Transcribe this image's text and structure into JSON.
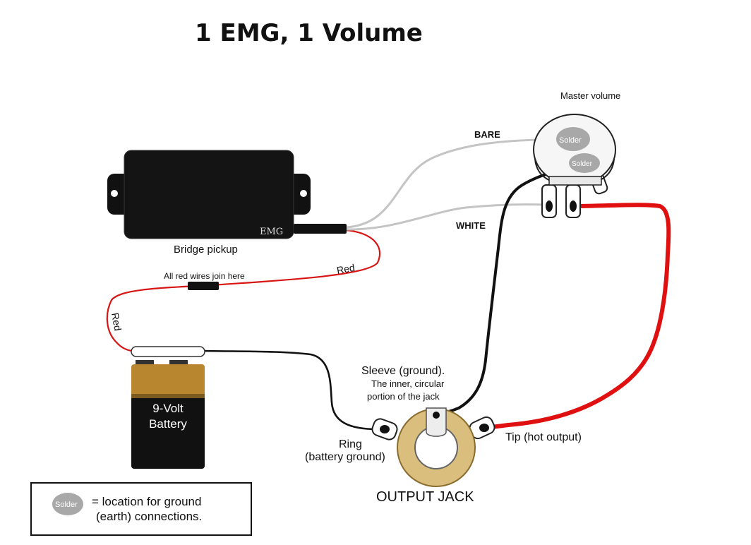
{
  "title": "1 EMG, 1 Volume",
  "pickup": {
    "label": "Bridge pickup",
    "brand": "EMG"
  },
  "pot": {
    "label": "Master volume",
    "solder_1": "Solder",
    "solder_2": "Solder"
  },
  "wires": {
    "bare": "BARE",
    "white": "WHITE",
    "red_1": "Red",
    "red_2": "Red",
    "join_note": "All red wires join here"
  },
  "battery": {
    "line1": "9-Volt",
    "line2": "Battery"
  },
  "jack": {
    "title": "OUTPUT JACK",
    "sleeve_label": "Sleeve (ground).",
    "sleeve_desc_1": "The inner, circular",
    "sleeve_desc_2": "portion of the jack",
    "ring_label": "Ring",
    "ring_desc": "(battery ground)",
    "tip_label": "Tip (hot output)"
  },
  "legend": {
    "solder": "Solder",
    "line1": "= location for ground",
    "line2": "(earth) connections."
  },
  "colors": {
    "red_wire": "#e01010",
    "black_wire": "#111111",
    "white_wire": "#c8c8c8",
    "jack_brass": "#d9be7e",
    "battery_gold": "#b8862e"
  }
}
